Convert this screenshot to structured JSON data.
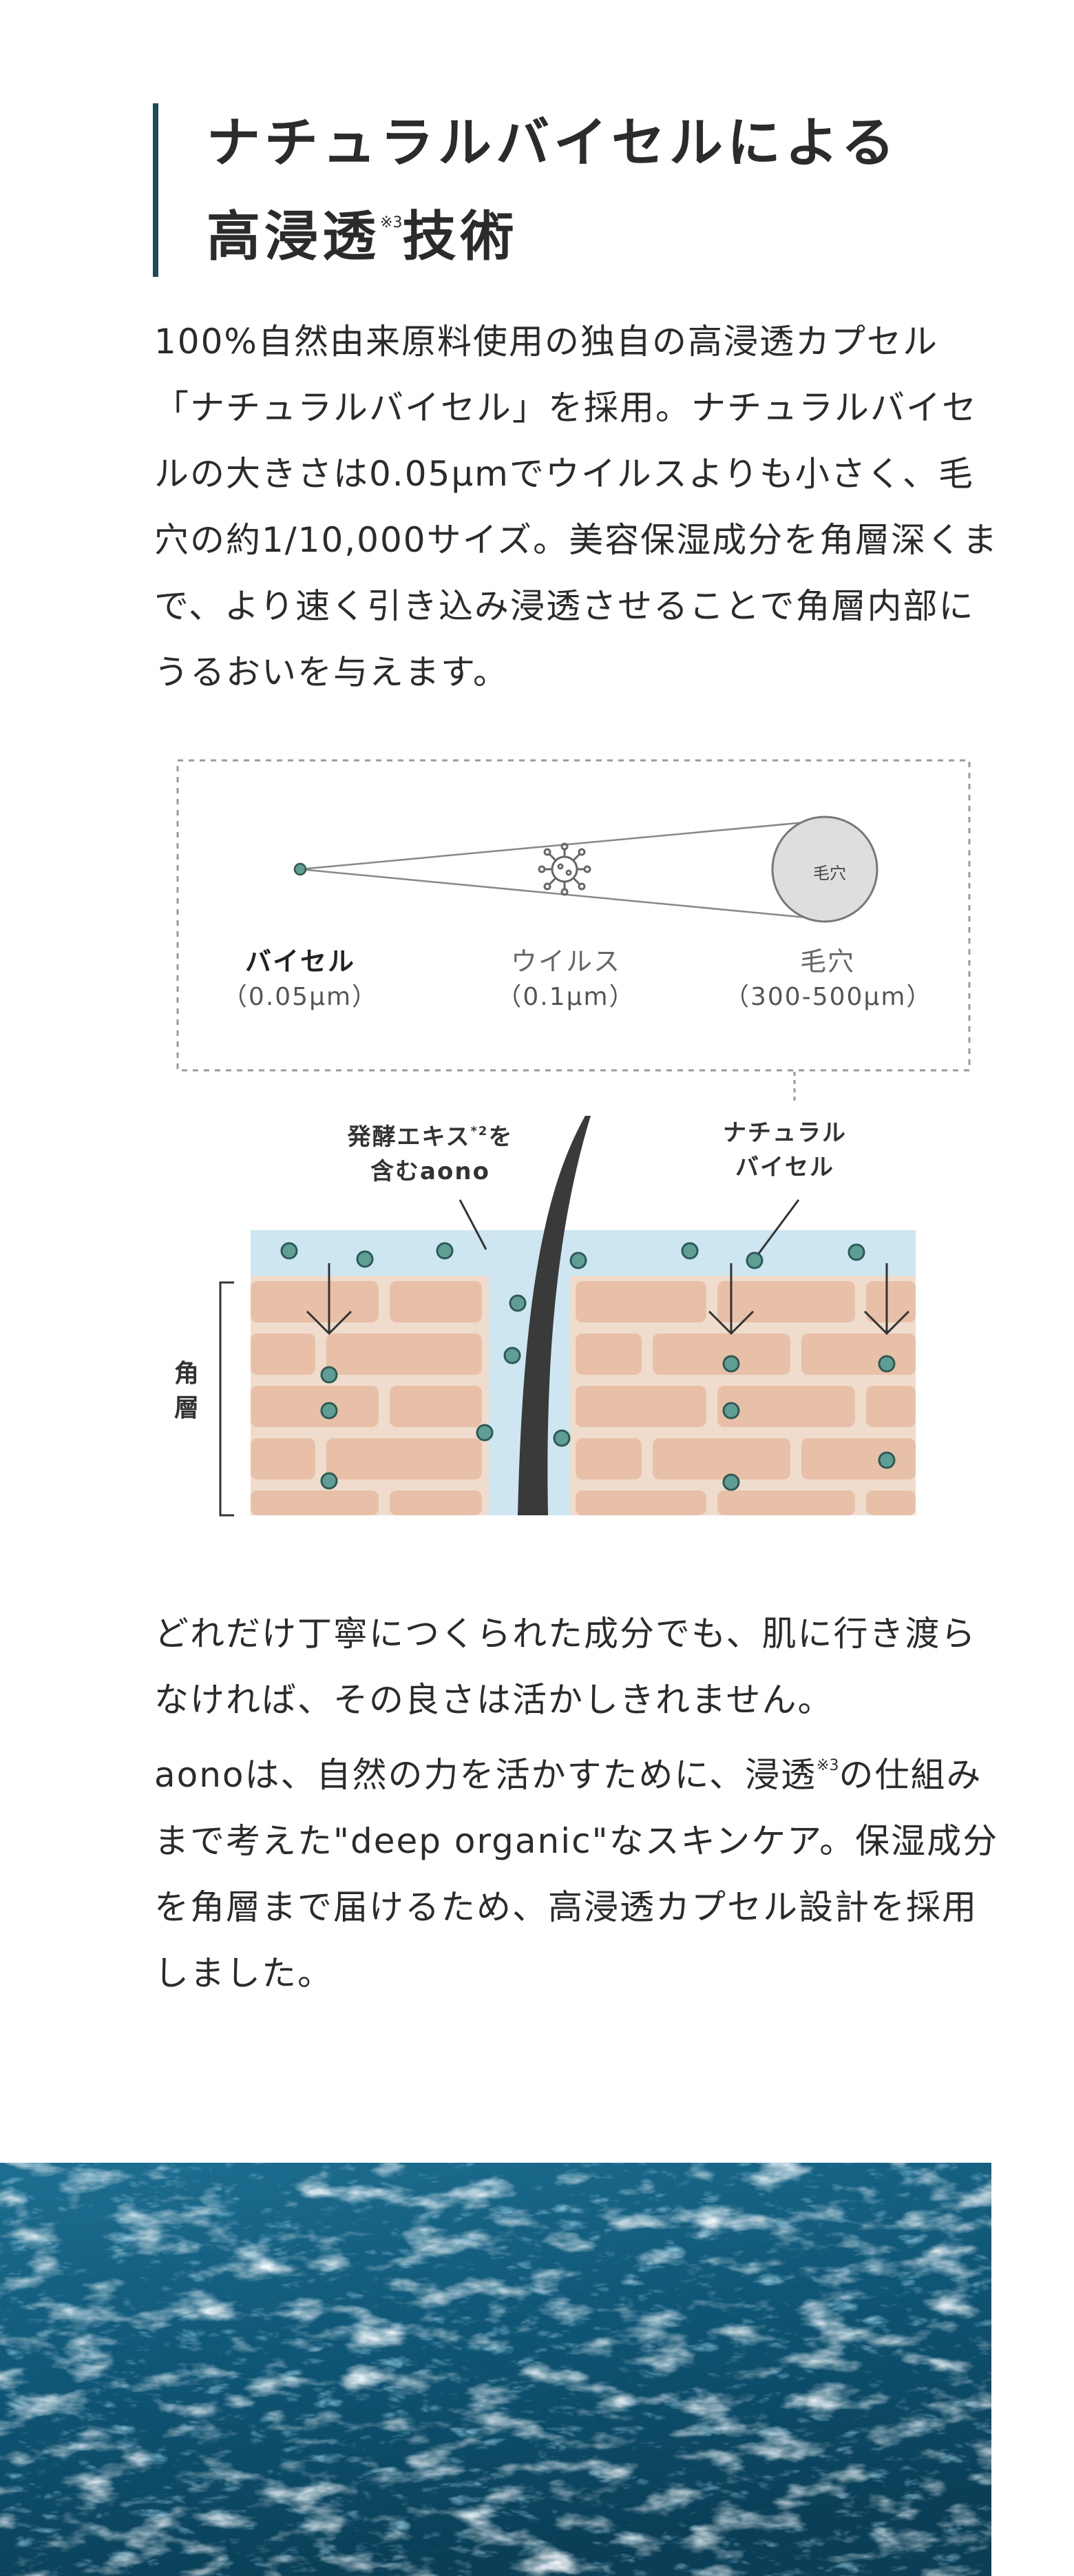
{
  "heading": {
    "line1": "ナチュラルバイセルによる",
    "line2_pre": "高浸透",
    "line2_sup": "※3",
    "line2_post": "技術"
  },
  "intro": {
    "text": "100%自然由来原料使用の独自の高浸透カプセル「ナチュラルバイセル」を採用。ナチュラルバイセルの大きさは0.05μmでウイルスよりも小さく、毛穴の約1/10,000サイズ。美容保湿成分を角層深くまで、より速く引き込み浸透させることで角層内部にうるおいを与えます。"
  },
  "diagram": {
    "bisel_name": "バイセル",
    "bisel_size": "（0.05μm）",
    "virus_name": "ウイルス",
    "virus_size": "（0.1μm）",
    "pore_name": "毛穴",
    "pore_size": "（300-500μm）",
    "pore_inner": "毛穴",
    "callout_ferment_pre": "発酵エキス",
    "callout_ferment_sup": "*2",
    "callout_ferment_post": "を",
    "callout_ferment_line2": "含むaono",
    "callout_nat_line1": "ナチュラル",
    "callout_nat_line2": "バイセル",
    "stratum_1": "角",
    "stratum_2": "層",
    "colors": {
      "frame": "#9a9a9a",
      "skin_bg": "#efdccd",
      "cell": "#e8c0a8",
      "surface": "#cde6f2",
      "hair": "#3a3a3a",
      "particle": "#5f9e94"
    }
  },
  "closing": {
    "line_a": "どれだけ丁寧につくられた成分でも、肌に行き渡らなければ、その良さは活かしきれません。",
    "line_b_pre": "aonoは、自然の力を活かすために、浸透",
    "line_b_sup": "※3",
    "line_b_post": "の仕組みまで考えた\"deep organic\"なスキンケア。保湿成分を角層まで届けるため、高浸透カプセル設計を採用しました。"
  },
  "photo": {
    "subject": "ocean-water-photo",
    "colors": {
      "deep": "#0d4a64",
      "mid": "#2a7fa3",
      "foam": "#e8f3f7"
    }
  }
}
